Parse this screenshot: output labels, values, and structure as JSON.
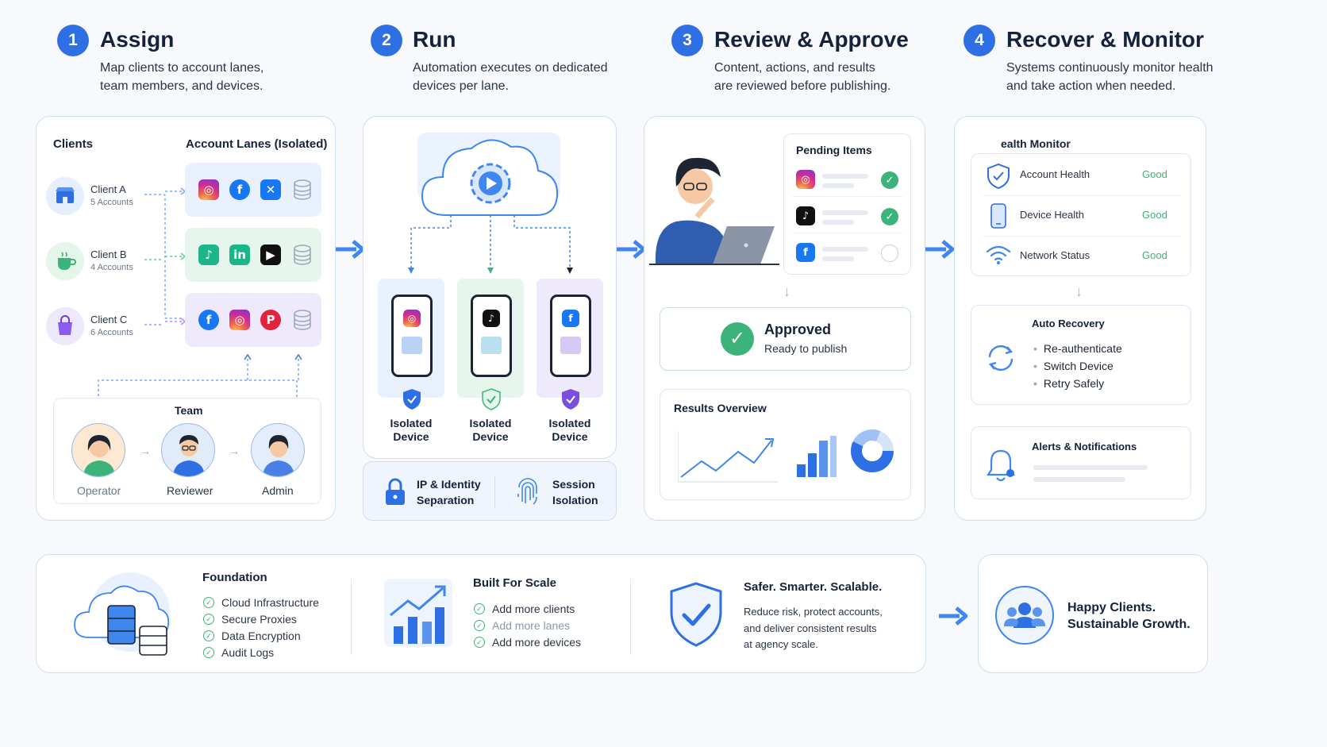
{
  "steps": [
    {
      "num": "1",
      "title": "Assign",
      "desc1": "Map clients to account lanes,",
      "desc2": "team members, and devices."
    },
    {
      "num": "2",
      "title": "Run",
      "desc1": "Automation executes on dedicated",
      "desc2": "devices per lane."
    },
    {
      "num": "3",
      "title": "Review & Approve",
      "desc1": "Content, actions, and results",
      "desc2": "are reviewed before publishing."
    },
    {
      "num": "4",
      "title": "Recover & Monitor",
      "desc1": "Systems continuously monitor health",
      "desc2": "and take action when needed."
    }
  ],
  "assign": {
    "clients_heading": "Clients",
    "lanes_heading": "Account Lanes (Isolated)",
    "clients": [
      {
        "name": "Client A",
        "accounts": "5 Accounts",
        "icon": "store-icon"
      },
      {
        "name": "Client B",
        "accounts": "4 Accounts",
        "icon": "coffee-cup-icon"
      },
      {
        "name": "Client C",
        "accounts": "6 Accounts",
        "icon": "shopping-bag-icon"
      }
    ],
    "team_heading": "Team",
    "team": [
      "Operator",
      "Reviewer",
      "Admin"
    ]
  },
  "run": {
    "devices": [
      "Isolated",
      "Isolated",
      "Isolated"
    ],
    "device_line2": "Device",
    "ip_line1": "IP & Identity",
    "ip_line2": "Separation",
    "session_line1": "Session",
    "session_line2": "Isolation"
  },
  "review": {
    "pending_heading": "Pending Items",
    "approved_title": "Approved",
    "approved_sub": "Ready to publish",
    "results_heading": "Results Overview"
  },
  "monitor": {
    "heading": "ealth Monitor",
    "rows": [
      {
        "label": "Account Health",
        "status": "Good"
      },
      {
        "label": "Device Health",
        "status": "Good"
      },
      {
        "label": "Network Status",
        "status": "Good"
      }
    ],
    "recovery_heading": "Auto Recovery",
    "recovery_items": [
      "Re-authenticate",
      "Switch Device",
      "Retry Safely"
    ],
    "alerts_heading": "Alerts & Notifications"
  },
  "foundation": {
    "heading": "Foundation",
    "items": [
      "Cloud Infrastructure",
      "Secure Proxies",
      "Data Encryption",
      "Audit Logs"
    ]
  },
  "scale": {
    "heading": "Built For Scale",
    "items": [
      "Add more clients",
      "Add more lanes",
      "Add more devices"
    ]
  },
  "safer": {
    "heading": "Safer. Smarter. Scalable.",
    "line1": "Reduce risk, protect accounts,",
    "line2": "and deliver consistent results",
    "line3": "at agency scale."
  },
  "happy": {
    "line1": "Happy Clients.",
    "line2": "Sustainable Growth."
  },
  "colors": {
    "accent": "#2f6fe4",
    "good": "#3cb37a",
    "lane_a": "#e8f1fd",
    "lane_b": "#e6f6ec",
    "lane_c": "#efeafb"
  }
}
